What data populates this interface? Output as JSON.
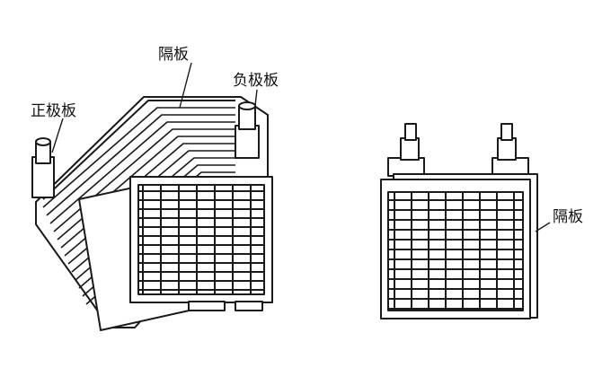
{
  "labels": {
    "positive_plate": "正极板",
    "separator_top": "隔板",
    "negative_plate": "负极板",
    "separator_right": "隔板"
  },
  "colors": {
    "stroke": "#1a1a1a",
    "background": "#ffffff",
    "fill": "#ffffff"
  }
}
